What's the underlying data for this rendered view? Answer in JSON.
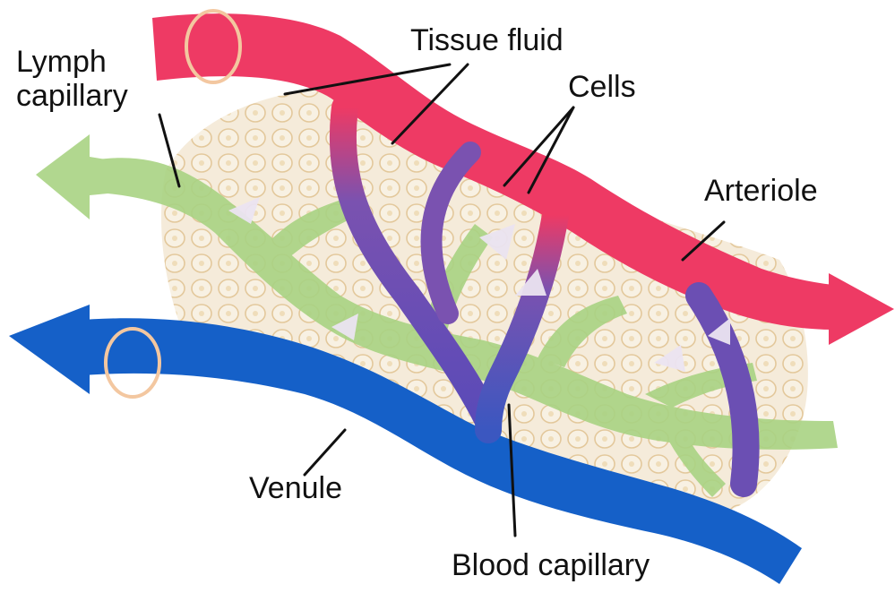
{
  "labels": {
    "lymph_capillary_line1": "Lymph",
    "lymph_capillary_line2": "capillary",
    "tissue_fluid": "Tissue fluid",
    "cells": "Cells",
    "arteriole": "Arteriole",
    "venule": "Venule",
    "blood_capillary": "Blood capillary"
  },
  "colors": {
    "arteriole": "#ee3a64",
    "venule": "#1560c8",
    "blood_capillary": "#6b4fb3",
    "lymph": "#a9d383",
    "tissue": "#f4ead8",
    "cell_outline": "#e2c596"
  }
}
